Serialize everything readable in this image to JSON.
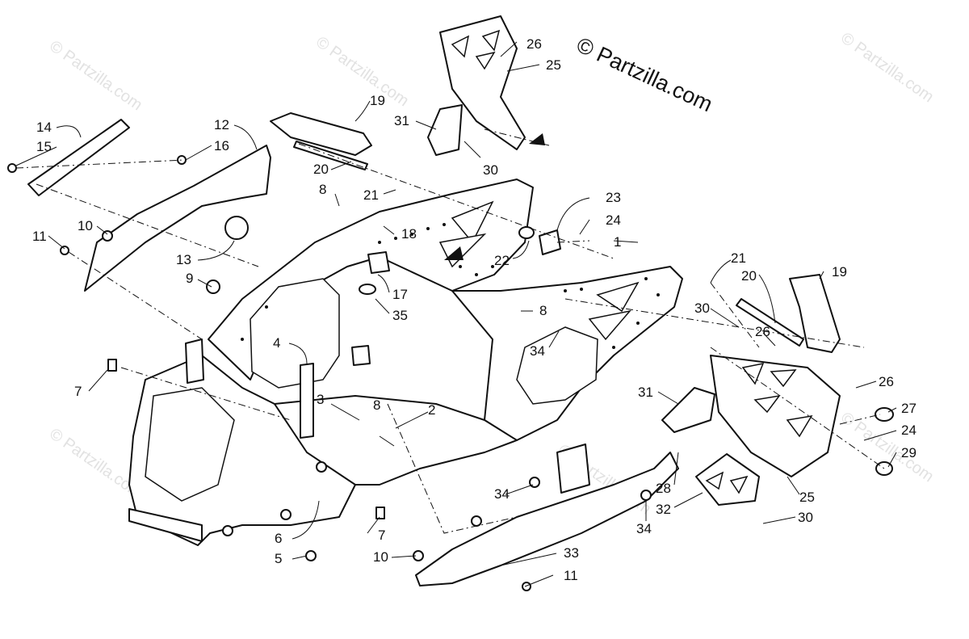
{
  "watermark": {
    "brand": "© Partzilla.com",
    "tile": "© Partzilla.com"
  },
  "callouts": {
    "c1": "1",
    "c2": "2",
    "c3": "3",
    "c4": "4",
    "c5": "5",
    "c6": "6",
    "c7a": "7",
    "c7b": "7",
    "c8a": "8",
    "c8b": "8",
    "c8c": "8",
    "c9": "9",
    "c10a": "10",
    "c10b": "10",
    "c11a": "11",
    "c11b": "11",
    "c12": "12",
    "c13": "13",
    "c14": "14",
    "c15": "15",
    "c16": "16",
    "c17": "17",
    "c18": "18",
    "c19a": "19",
    "c19b": "19",
    "c20a": "20",
    "c20b": "20",
    "c21a": "21",
    "c21b": "21",
    "c22": "22",
    "c23": "23",
    "c24a": "24",
    "c24b": "24",
    "c25a": "25",
    "c25b": "25",
    "c26a": "26",
    "c26b": "26",
    "c26c": "26",
    "c27": "27",
    "c28": "28",
    "c29": "29",
    "c30a": "30",
    "c30b": "30",
    "c30c": "30",
    "c31a": "31",
    "c31b": "31",
    "c32": "32",
    "c33": "33",
    "c34a": "34",
    "c34b": "34",
    "c34c": "34",
    "c35": "35"
  }
}
